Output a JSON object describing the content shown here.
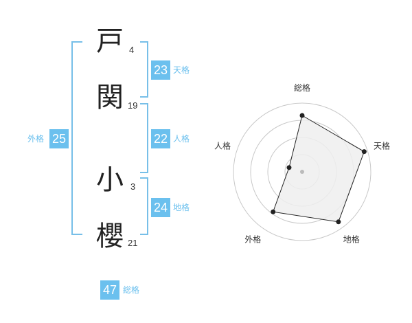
{
  "name": {
    "chars": [
      {
        "char": "戸",
        "strokes": "4"
      },
      {
        "char": "関",
        "strokes": "19"
      },
      {
        "char": "小",
        "strokes": "3"
      },
      {
        "char": "櫻",
        "strokes": "21"
      }
    ]
  },
  "scores": {
    "tenkaku": {
      "label": "天格",
      "value": "23"
    },
    "jinkaku": {
      "label": "人格",
      "value": "22"
    },
    "chikaku": {
      "label": "地格",
      "value": "24"
    },
    "gaikaku": {
      "label": "外格",
      "value": "25"
    },
    "soukaku": {
      "label": "総格",
      "value": "47"
    }
  },
  "chart_data": {
    "type": "radar",
    "axes": [
      "総格",
      "天格",
      "地格",
      "外格",
      "人格"
    ],
    "values": [
      0.82,
      0.95,
      0.9,
      0.72,
      0.2
    ],
    "max": 1,
    "rings": 4,
    "colors": {
      "fill": "#efefef",
      "line": "#222222",
      "grid": "#c8c8c8",
      "center": "#bbbbbb"
    }
  }
}
